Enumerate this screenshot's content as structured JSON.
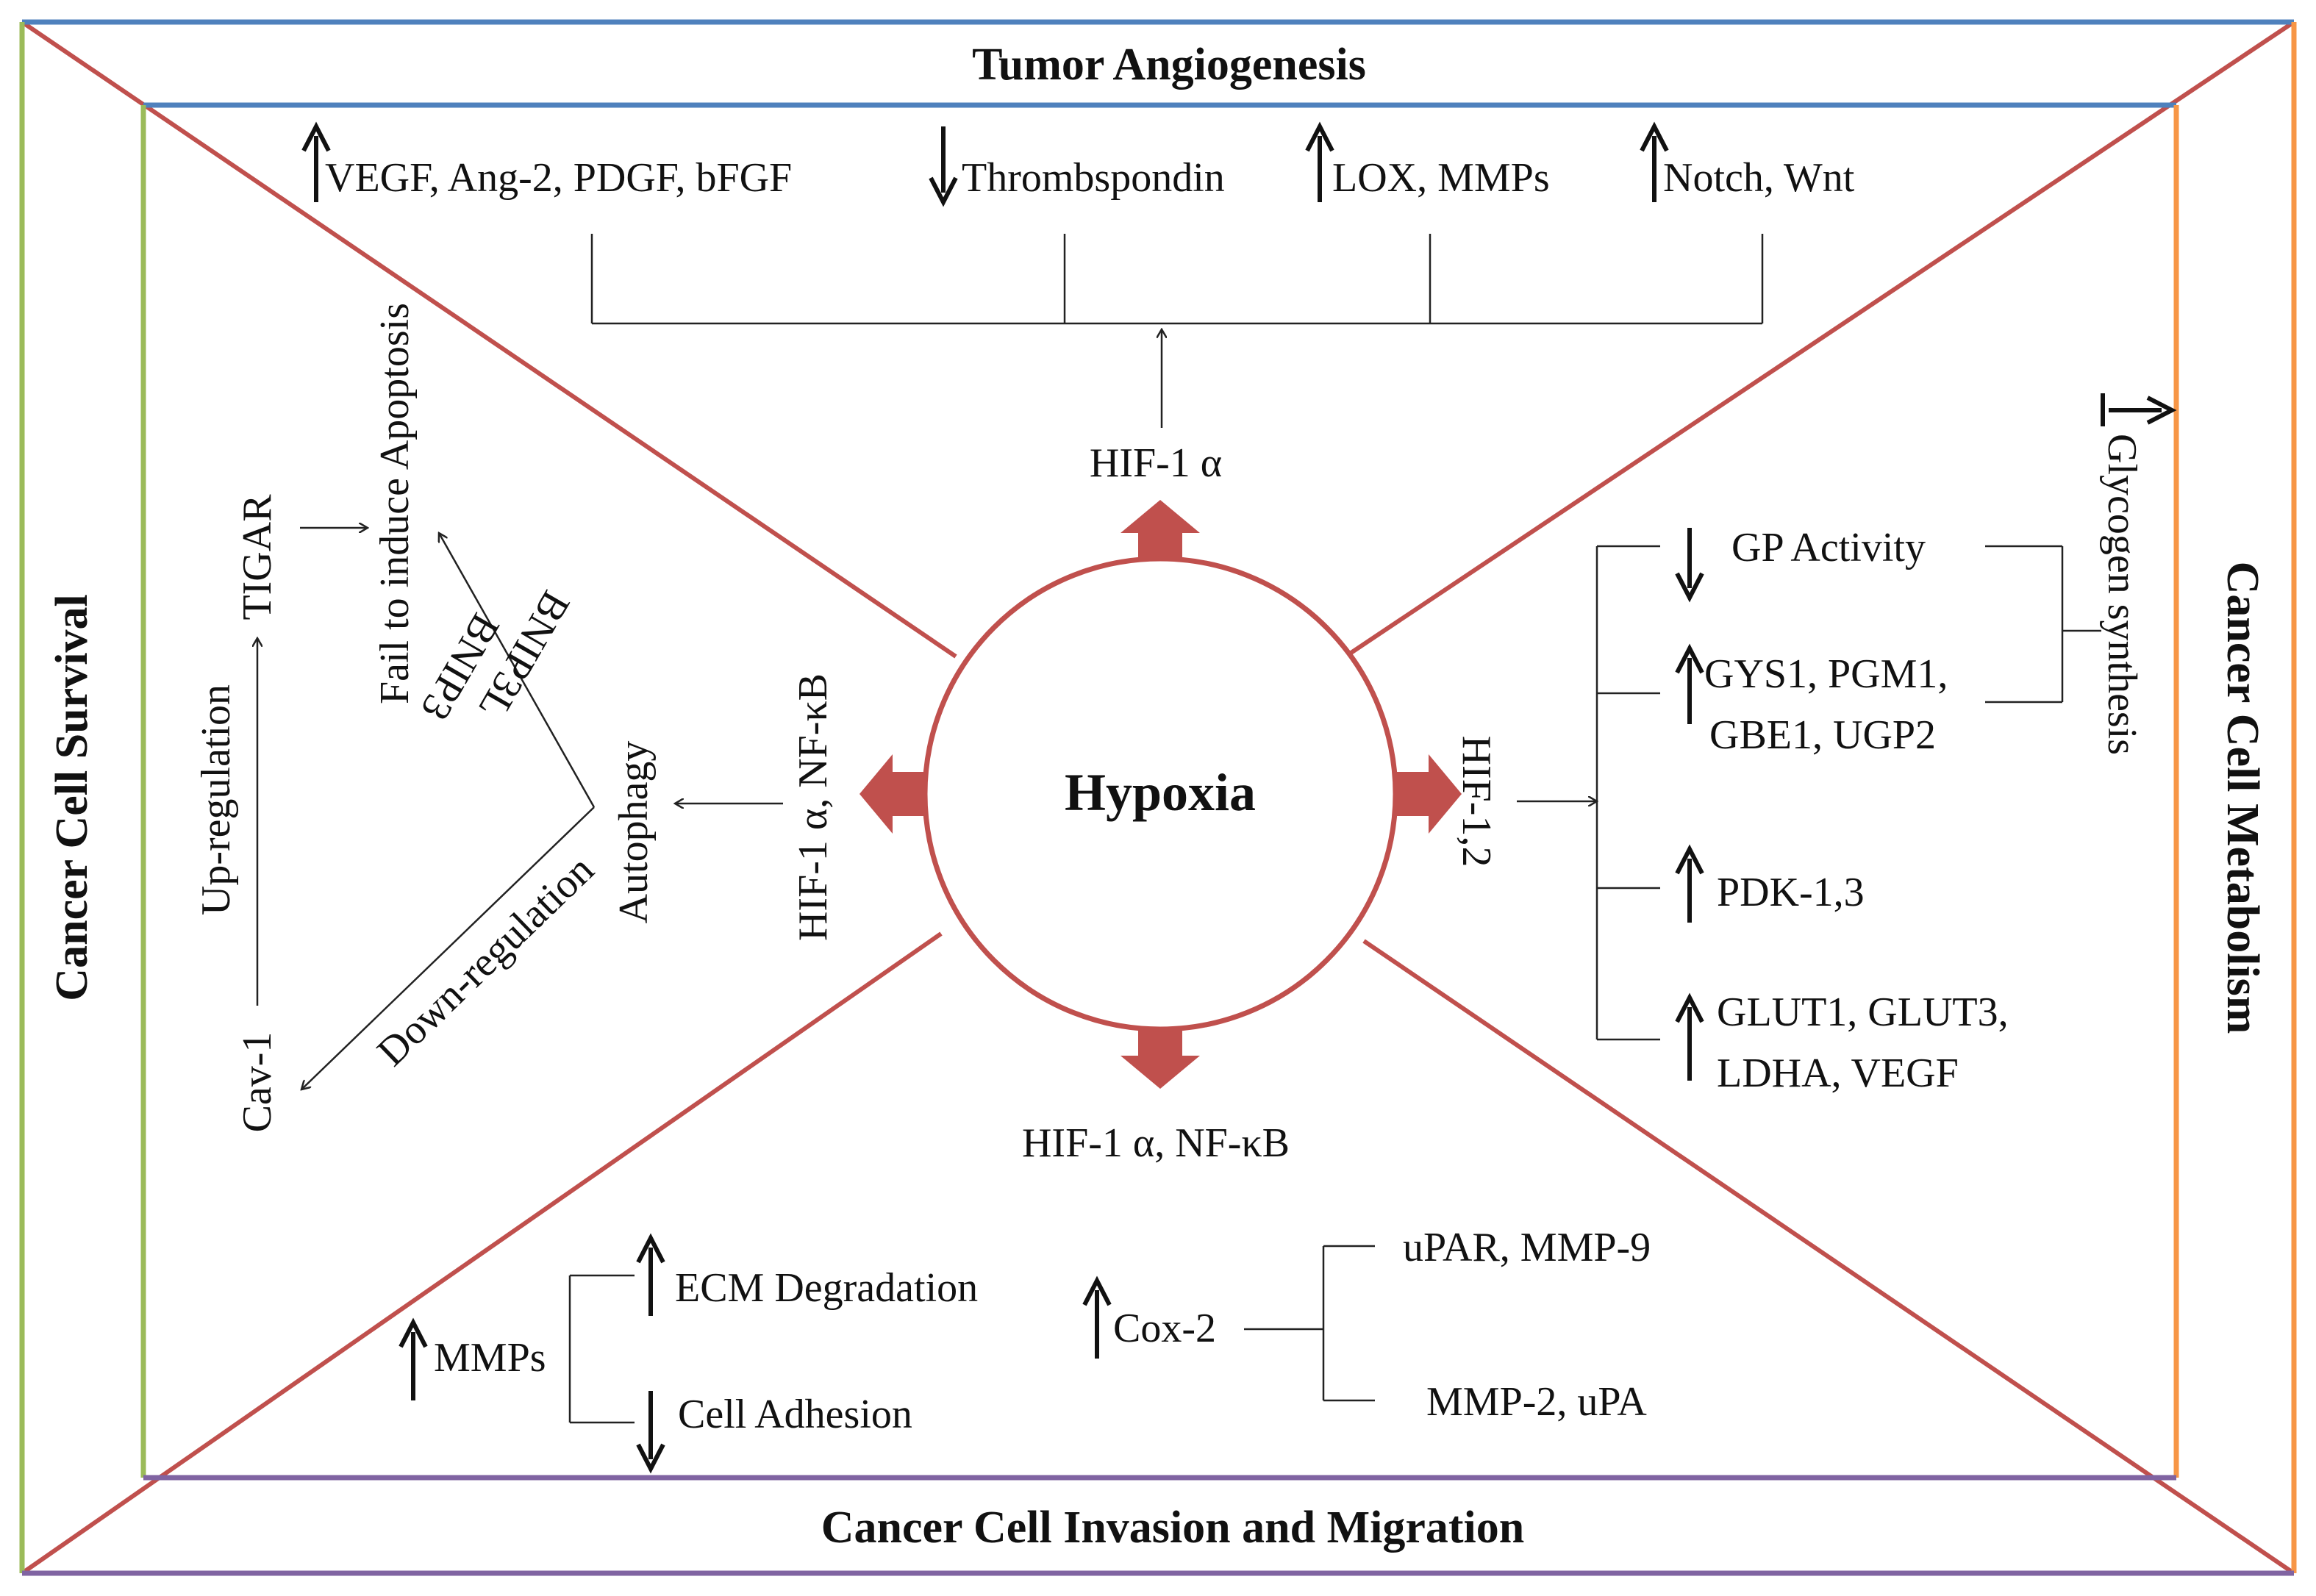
{
  "panels": {
    "top": "Tumor Angiogenesis",
    "left": "Cancer Cell Survival",
    "right": "Cancer Cell Metabolism",
    "bottom": "Cancer Cell Invasion and Migration"
  },
  "center": {
    "label": "Hypoxia"
  },
  "colors": {
    "top_border": "#4f81bd",
    "left_border": "#9bbb59",
    "right_border": "#f79646",
    "bottom_border": "#8064a2",
    "diagonals": "#c0504d",
    "circle": "#c0504d",
    "big_arrows": "#c0504d"
  },
  "angiogenesis": {
    "signal": "HIF-1 α",
    "items": [
      {
        "dir": "up",
        "text": "VEGF, Ang-2, PDGF, bFGF"
      },
      {
        "dir": "down",
        "text": "Thrombspondin"
      },
      {
        "dir": "up",
        "text": "LOX, MMPs"
      },
      {
        "dir": "up",
        "text": "Notch, Wnt"
      }
    ]
  },
  "survival": {
    "signal": "HIF-1 α, NF-κB",
    "autophagy": "Autophagy",
    "upregulation": "Up-regulation",
    "downregulation": "Down-regulation",
    "tigar": "TIGAR",
    "cav1": "Cav-1",
    "apoptosis": "Fail to induce Apoptosis",
    "bnip3": "BNIP3",
    "bnip3l": "BNIP3L"
  },
  "metabolism": {
    "signal": "HIF-1,2",
    "glycogen": "Glycogen synthesis",
    "items": [
      {
        "dir": "down",
        "line1": "GP Activity",
        "line2": ""
      },
      {
        "dir": "up",
        "line1": "GYS1, PGM1,",
        "line2": "GBE1, UGP2"
      },
      {
        "dir": "up",
        "line1": "PDK-1,3",
        "line2": ""
      },
      {
        "dir": "up",
        "line1": "GLUT1, GLUT3,",
        "line2": "LDHA, VEGF"
      }
    ]
  },
  "invasion": {
    "signal": "HIF-1 α, NF-κB",
    "mmps": "MMPs",
    "ecm": "ECM Degradation",
    "adhesion": "Cell Adhesion",
    "cox2": "Cox-2",
    "upar": "uPAR, MMP-9",
    "mmp2": "MMP-2, uPA"
  }
}
